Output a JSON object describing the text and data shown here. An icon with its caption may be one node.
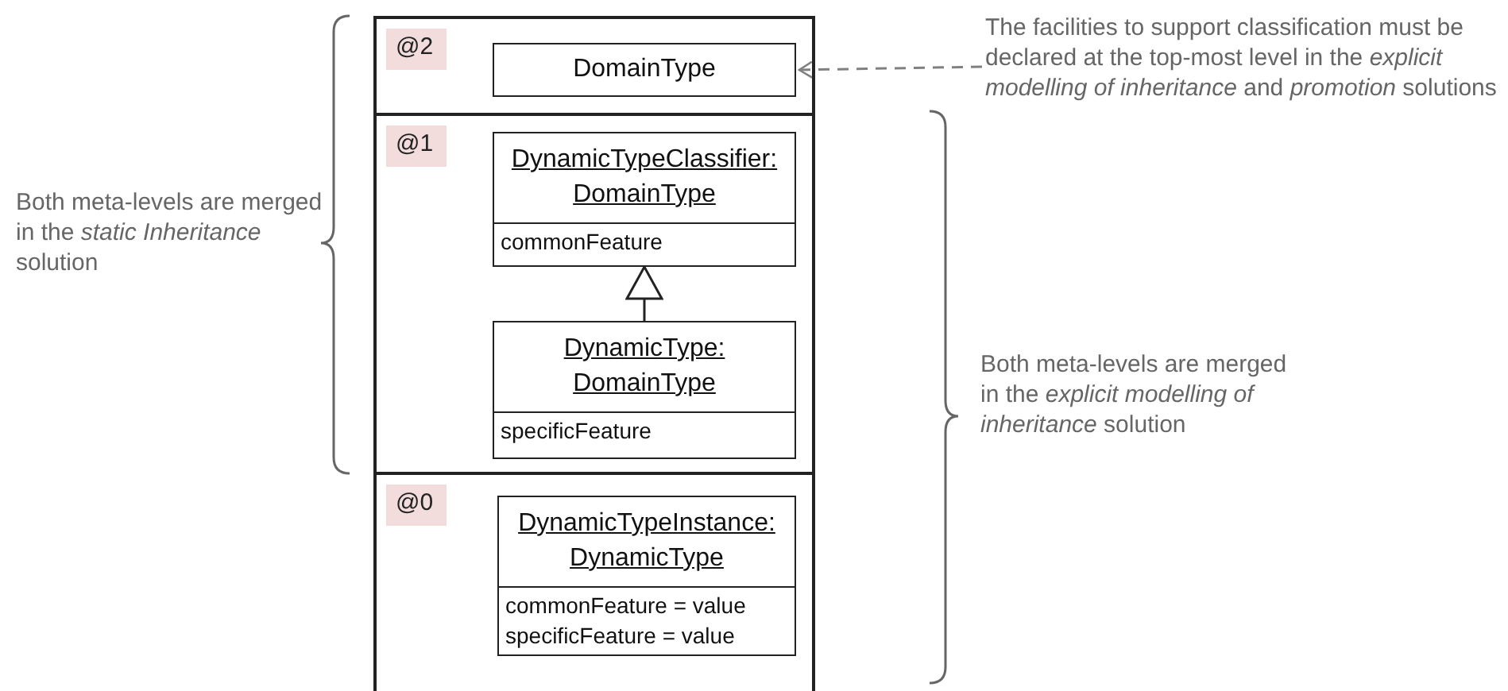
{
  "diagram": {
    "nodes": [
      {
        "text": [
          "@2"
        ]
      },
      {
        "text": [
          "DomainType"
        ],
        "in": 0
      },
      {
        "text": [
          "@1"
        ]
      },
      {
        "text": [
          "DynamicTypeClassifier: DomainType",
          "commonFeature"
        ],
        "in": 2
      },
      {
        "text": [
          "DynamicType: DomainType",
          "specificFeature"
        ],
        "in": 2
      },
      {
        "text": [
          "@0"
        ]
      },
      {
        "text": [
          "DynamicTypeInstance: DynamicType",
          "commonFeature = value",
          "specificFeature = value"
        ],
        "in": 5
      },
      {
        "text": [
          "The facilities to support classification must be declared at the top-most level in the *explicit modelling of inheritance* and *promotion* solutions"
        ]
      }
    ],
    "edges": [
      {
        "from": 4,
        "to": 3,
        "arrow": "to"
      },
      {
        "from": 7,
        "to": 1,
        "arrow": "to",
        "style": "dashed",
        "color": "#808080"
      }
    ],
    "labels": [
      "Both meta-levels are merged in the *static Inheritance* solution",
      "Both meta-levels are merged in the *explicit modelling of inheritance* solution"
    ]
  }
}
